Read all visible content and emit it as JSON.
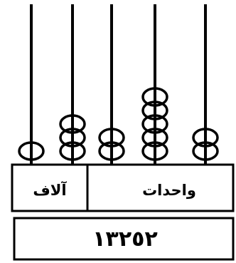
{
  "abacus": {
    "labels": {
      "thousands": "آلاف",
      "units": "واحدات"
    },
    "number": "١٣٢٥٢",
    "rods": [
      {
        "place": "ten-thousands",
        "beads": 1
      },
      {
        "place": "thousands",
        "beads": 3
      },
      {
        "place": "hundreds",
        "beads": 2
      },
      {
        "place": "tens",
        "beads": 5
      },
      {
        "place": "ones",
        "beads": 2
      }
    ]
  }
}
